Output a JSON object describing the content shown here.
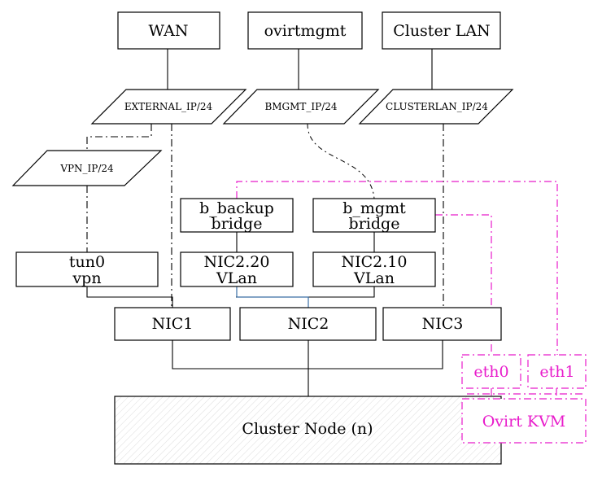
{
  "diagram": {
    "networks": {
      "wan": "WAN",
      "ovirtmgmt": "ovirtmgmt",
      "cluster_lan": "Cluster LAN"
    },
    "ip_ranges": {
      "external": "EXTERNAL_IP/24",
      "bmgmt": "BMGMT_IP/24",
      "clusterlan": "CLUSTERLAN_IP/24",
      "vpn": "VPN_IP/24"
    },
    "bridges": {
      "backup_name": "b_backup",
      "backup_type": "bridge",
      "mgmt_name": "b_mgmt",
      "mgmt_type": "bridge"
    },
    "interfaces": {
      "tun0_name": "tun0",
      "tun0_type": "vpn",
      "nic220_name": "NIC2.20",
      "nic220_type": "VLan",
      "nic210_name": "NIC2.10",
      "nic210_type": "VLan"
    },
    "nics": {
      "nic1": "NIC1",
      "nic2": "NIC2",
      "nic3": "NIC3"
    },
    "node": "Cluster Node (n)",
    "vm": {
      "eth0": "eth0",
      "eth1": "eth1",
      "name": "Ovirt KVM"
    },
    "colors": {
      "vm_accent": "#e81ccb",
      "vlan_link": "#3a6ea5"
    }
  }
}
